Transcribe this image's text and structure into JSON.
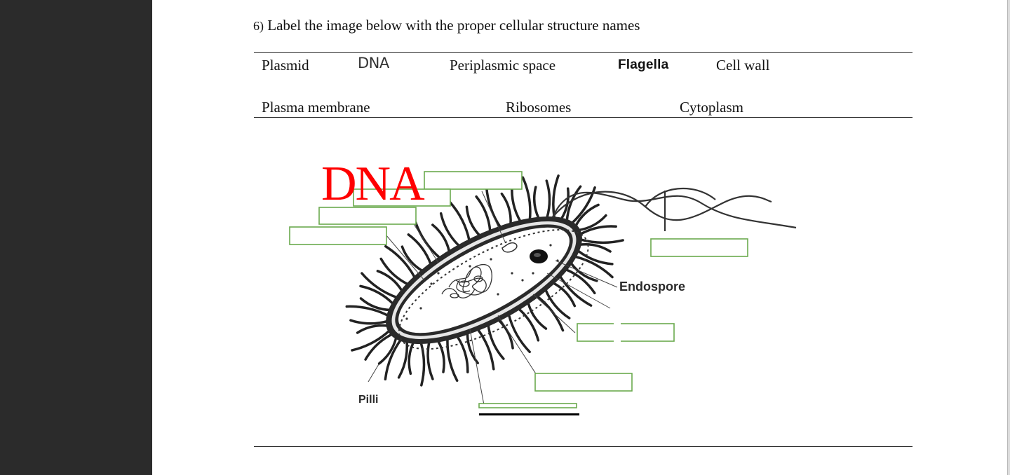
{
  "question": {
    "number": "6)",
    "text": "Label the image below with the proper cellular structure names"
  },
  "word_bank": {
    "row1": [
      "Plasmid",
      "DNA",
      "Periplasmic space",
      "Flagella",
      "Cell wall"
    ],
    "row2": [
      "Plasma membrane",
      "Ribosomes",
      "Cytoplasm"
    ]
  },
  "diagram": {
    "answered_label": "DNA",
    "labels": {
      "endospore": "Endospore",
      "pilli": "Pilli"
    },
    "colors": {
      "answer": "#ff0000",
      "label_box_border": "#6aaa4e"
    }
  }
}
